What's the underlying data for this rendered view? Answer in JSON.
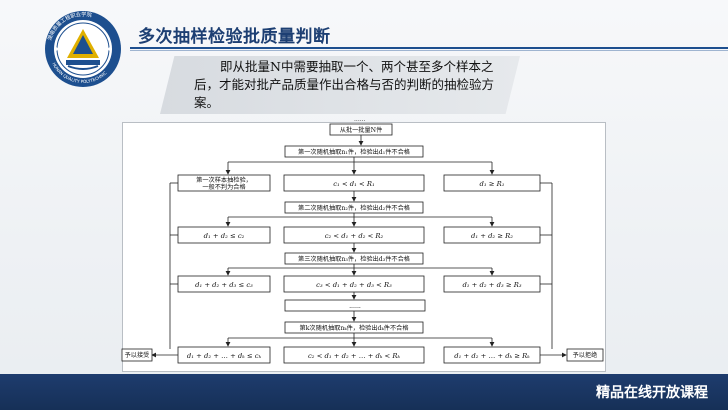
{
  "slide": {
    "title": "多次抽样检验批质量判断",
    "intro": "即从批量N中需要抽取一个、两个甚至多个样本之后，才能对批产品质量作出合格与否的判断的抽检验方案。",
    "dots_top": "......",
    "footer": "精品在线开放课程"
  },
  "logo": {
    "ring_text": "HUNAN QUALITY POLYTECHNIC",
    "ring_text_cn": "湖南质量工程职业学院"
  },
  "flow": {
    "start": "从批一批量N件",
    "step1": "第一次随机抽取n₁件，检验出d₁件不合格",
    "accept_note": "第一次样本抽检验，一般不判为合格",
    "c1": "c₁ < d₁ < R₁",
    "r1": "d₁ ≥ R₁",
    "step2": "第二次随机抽取n₂件，检验出d₂件不合格",
    "a2": "d₁ + d₂ ≤ c₂",
    "c2": "c₂ < d₁ + d₂ < R₂",
    "r2": "d₁ + d₂ ≥ R₂",
    "step3": "第三次随机抽取n₃件，检验出d₃件不合格",
    "a3": "d₁ + d₂ + d₃ ≤ c₃",
    "c3": "c₃ < d₁ + d₂ + d₃ < R₃",
    "r3": "d₁ + d₂ + d₃ ≥ R₃",
    "ellipsis": "......",
    "stepk": "第k次随机抽取nₖ件，检验出dₖ件不合格",
    "ak": "d₁ + d₂ + … + dₖ ≤ cₖ",
    "ck": "c₂ < d₁ + d₂ + … + dₖ < Rₖ",
    "rk": "d₁ + d₂ + … + dₖ ≥ Rₖ",
    "accept": "予以接受",
    "reject": "予以拒绝"
  }
}
